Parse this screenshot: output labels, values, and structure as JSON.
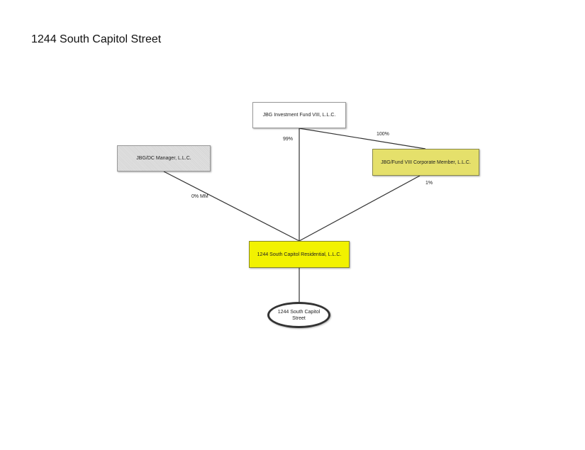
{
  "title": "1244 South Capitol Street",
  "entities": {
    "fund": "JBG Investment Fund VIII, L.L.C.",
    "manager": "JBG/DC Manager, L.L.C.",
    "corporate_member": "JBG/Fund VIII Corporate Member, L.L.C.",
    "residential": "1244 South Capitol Residential, L.L.C.",
    "property": "1244 South Capitol Street"
  },
  "ownership": {
    "fund_to_residential": "99%",
    "fund_to_corporate_member": "100%",
    "corporate_member_to_residential": "1%",
    "manager_to_residential": "0% MM"
  },
  "colors": {
    "corporate_member_fill": "#e5e06b",
    "residential_fill": "#f2f200",
    "manager_fill": "#d9d9d9",
    "line": "#333333"
  }
}
